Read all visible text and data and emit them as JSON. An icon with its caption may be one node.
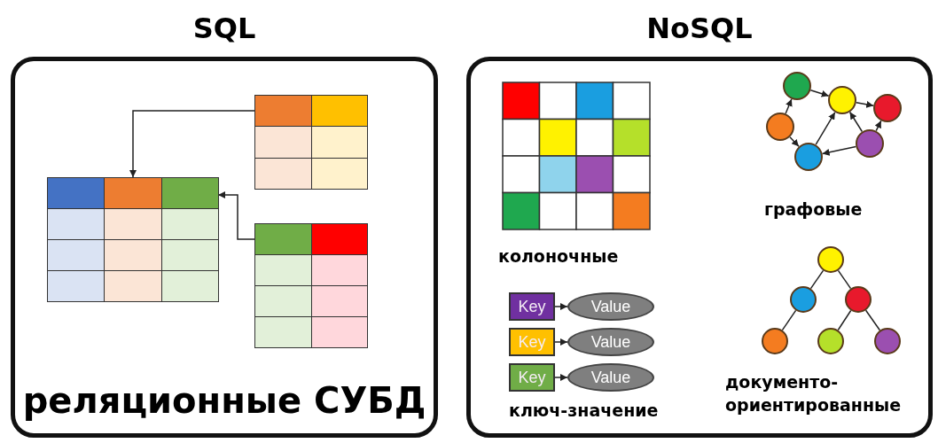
{
  "diagram": {
    "nodes": [
      {
        "text": [
          "SQL",
          "реляционные СУБД"
        ]
      },
      {
        "text": [],
        "shape": "table",
        "in": 0
      },
      {
        "text": [],
        "shape": "table",
        "in": 0
      },
      {
        "text": [],
        "shape": "table",
        "in": 0
      },
      {
        "text": [
          "NoSQL"
        ]
      },
      {
        "text": [
          "Key"
        ],
        "in": 4
      },
      {
        "text": [
          "Value"
        ],
        "in": 4
      },
      {
        "text": [
          "Key"
        ],
        "in": 4
      },
      {
        "text": [
          "Value"
        ],
        "in": 4
      },
      {
        "text": [
          "Key"
        ],
        "in": 4
      },
      {
        "text": [
          "Value"
        ],
        "in": 4
      },
      {
        "text": [],
        "shape": "circle",
        "in": 4
      },
      {
        "text": [],
        "shape": "circle",
        "in": 4
      },
      {
        "text": [],
        "shape": "circle",
        "in": 4
      },
      {
        "text": [],
        "shape": "circle",
        "in": 4
      },
      {
        "text": [],
        "shape": "circle",
        "in": 4
      },
      {
        "text": [],
        "shape": "circle",
        "in": 4
      },
      {
        "text": [],
        "shape": "circle",
        "in": 4
      },
      {
        "text": [],
        "shape": "circle",
        "in": 4
      },
      {
        "text": [],
        "shape": "circle",
        "in": 4
      },
      {
        "text": [],
        "shape": "circle",
        "in": 4
      },
      {
        "text": [],
        "shape": "circle",
        "in": 4
      },
      {
        "text": [],
        "shape": "circle",
        "in": 4
      }
    ],
    "edges": [
      {
        "from": 2,
        "to": 1,
        "arrow": "to"
      },
      {
        "from": 3,
        "to": 1,
        "arrow": "to"
      },
      {
        "from": 5,
        "to": 6,
        "arrow": "to"
      },
      {
        "from": 7,
        "to": 8,
        "arrow": "to"
      },
      {
        "from": 9,
        "to": 10,
        "arrow": "to"
      },
      {
        "from": 12,
        "to": 11,
        "arrow": "to"
      },
      {
        "from": 11,
        "to": 13,
        "arrow": "to"
      },
      {
        "from": 13,
        "to": 14,
        "arrow": "to"
      },
      {
        "from": 12,
        "to": 16,
        "arrow": "to"
      },
      {
        "from": 16,
        "to": 13,
        "arrow": "to"
      },
      {
        "from": 15,
        "to": 13,
        "arrow": "to"
      },
      {
        "from": 15,
        "to": 14,
        "arrow": "to"
      },
      {
        "from": 15,
        "to": 16,
        "arrow": "to"
      },
      {
        "from": 17,
        "to": 18,
        "arrow": "none"
      },
      {
        "from": 17,
        "to": 19,
        "arrow": "none"
      },
      {
        "from": 18,
        "to": 20,
        "arrow": "none"
      },
      {
        "from": 19,
        "to": 21,
        "arrow": "none"
      },
      {
        "from": 19,
        "to": 22,
        "arrow": "none"
      }
    ],
    "labels": [
      "колоночные",
      "графовые",
      "ключ-значение",
      "документо- ориентированные"
    ]
  }
}
